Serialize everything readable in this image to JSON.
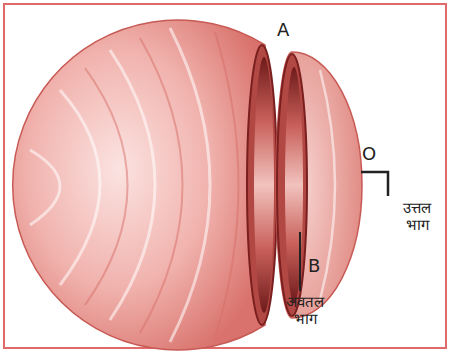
{
  "diagram": {
    "labels": [
      "A",
      "O",
      "उत्तल भाग",
      "B",
      "अवतल भाग"
    ]
  }
}
